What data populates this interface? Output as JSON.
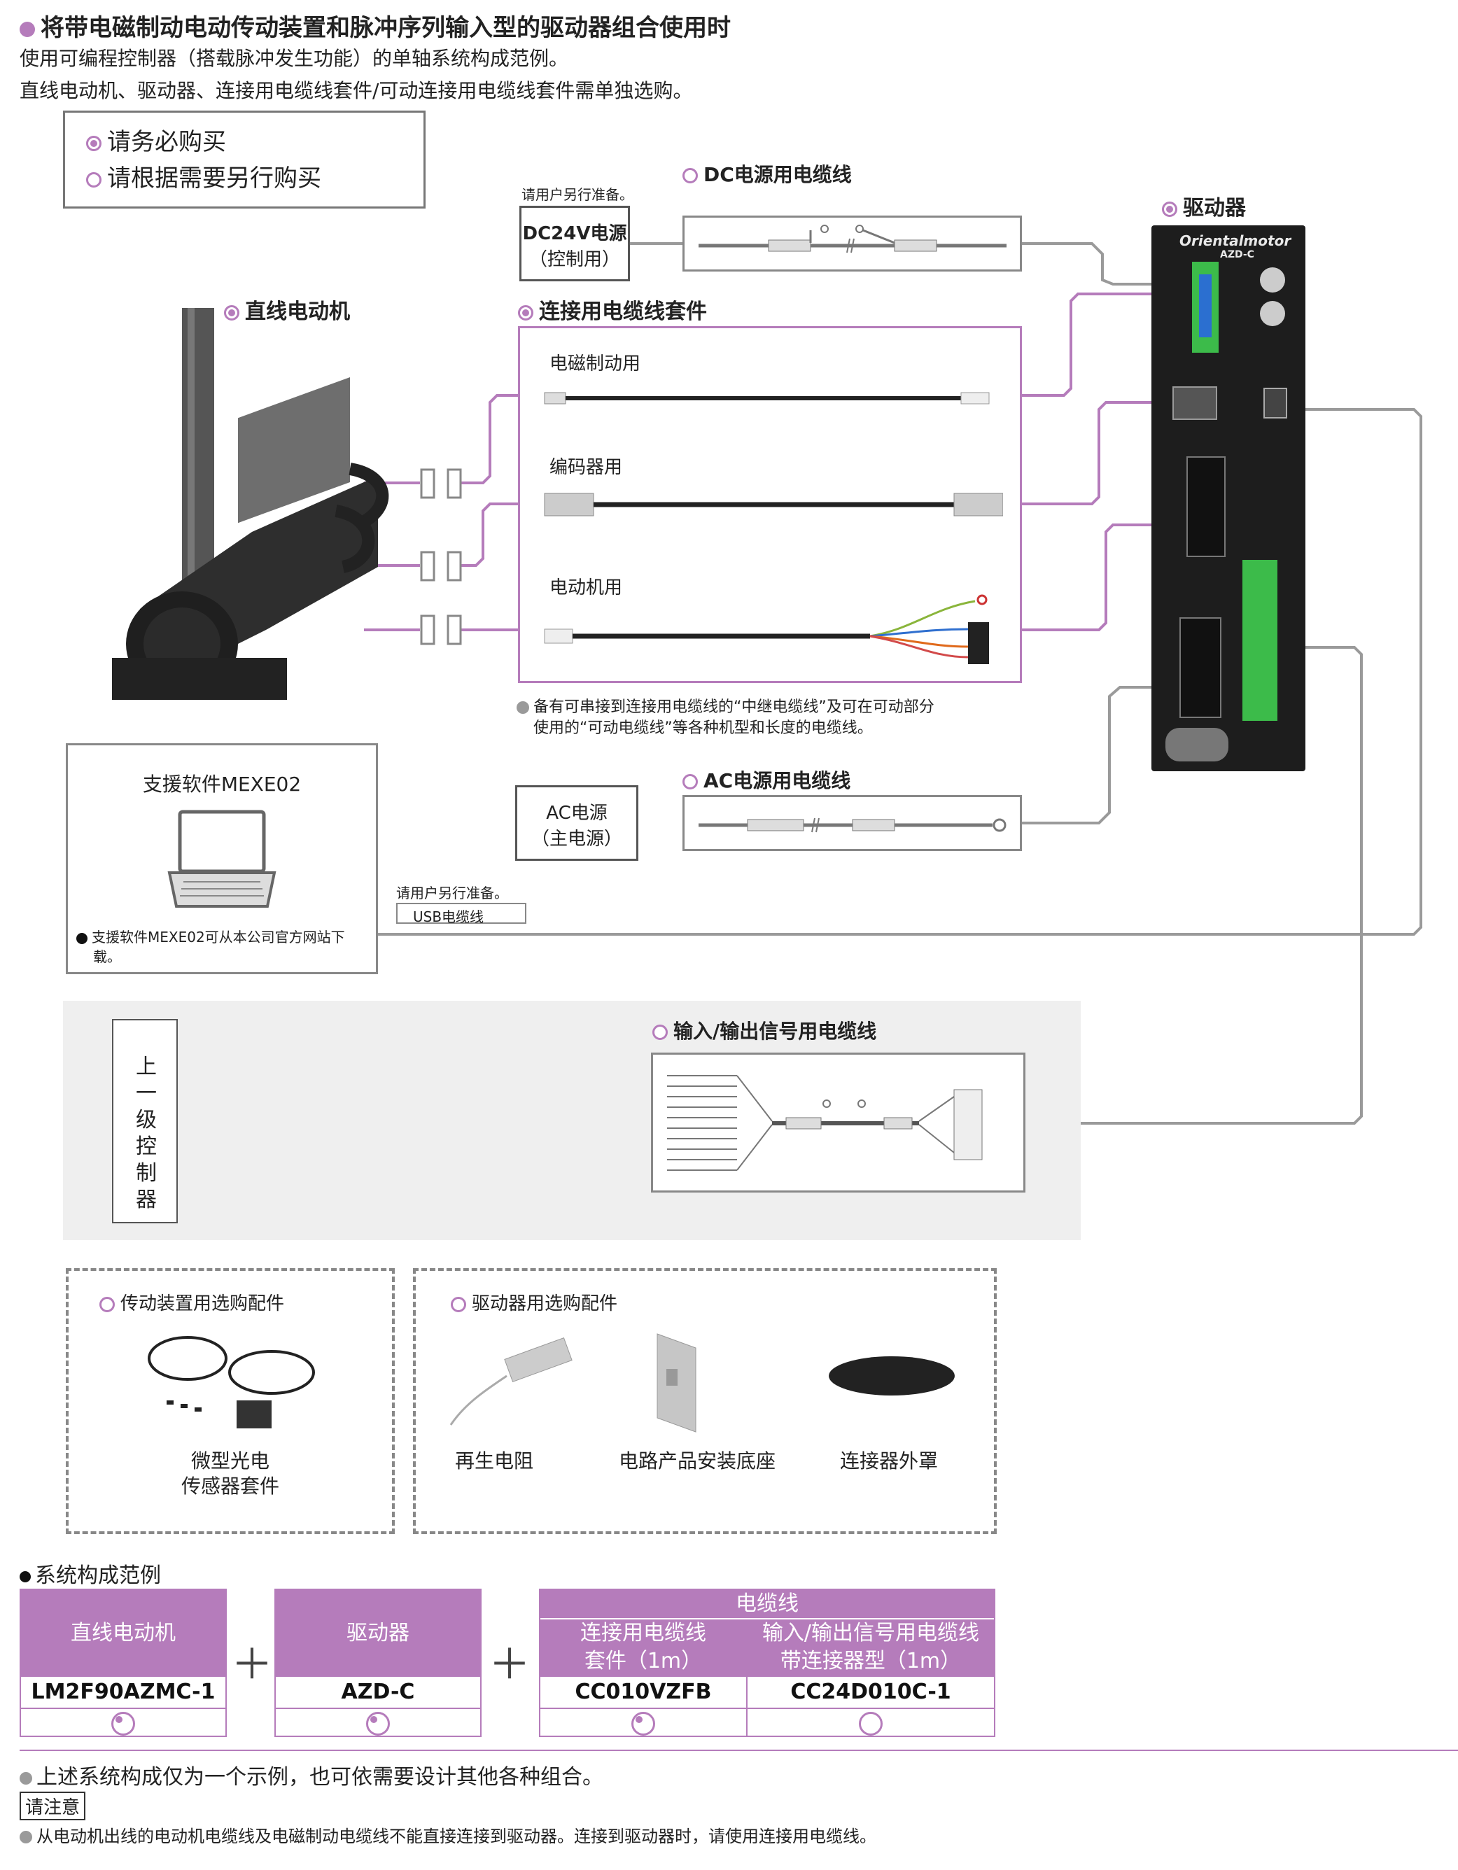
{
  "header": {
    "title": "将带电磁制动电动传动装置和脉冲序列输入型的驱动器组合使用时",
    "line1": "使用可编程控制器（搭载脉冲发生功能）的单轴系统构成范例。",
    "line2": "直线电动机、驱动器、连接用电缆线套件/可动连接用电缆线套件需单独选购。"
  },
  "legend": {
    "required": "请务必购买",
    "optional": "请根据需要另行购买"
  },
  "dc": {
    "note": "请用户另行准备。",
    "source_line1": "DC24V电源",
    "source_line2": "（控制用）",
    "cable": "DC电源用电缆线"
  },
  "driver": {
    "label": "驱动器",
    "brand": "Orientalmotor",
    "model": "AZD-C"
  },
  "motor": {
    "label": "直线电动机"
  },
  "cable_kit": {
    "title": "连接用电缆线套件",
    "items": [
      "电磁制动用",
      "编码器用",
      "电动机用"
    ],
    "note_line1": "备有可串接到连接用电缆线的“中继电缆线”及可在可动部分",
    "note_line2": "使用的“可动电缆线”等各种机型和长度的电缆线。"
  },
  "software": {
    "title": "支援软件MEXE02",
    "note_line1": "支援软件MEXE02可从本公司官方网站下",
    "note_line2": "载。"
  },
  "ac": {
    "source_line1": "AC电源",
    "source_line2": "（主电源）",
    "cable": "AC电源用电缆线"
  },
  "usb": {
    "note": "请用户另行准备。",
    "cable": "USB电缆线"
  },
  "controller": {
    "label": "上一级控制器"
  },
  "io_cable": {
    "label": "输入/输出信号用电缆线"
  },
  "actuator_options": {
    "title": "传动装置用选购配件",
    "item_line1": "微型光电",
    "item_line2": "传感器套件"
  },
  "driver_options": {
    "title": "驱动器用选购配件",
    "items": [
      "再生电阻",
      "电路产品安装底座",
      "连接器外罩"
    ]
  },
  "system": {
    "title": "系统构成范例",
    "motor_head": "直线电动机",
    "motor_model": "LM2F90AZMC-1",
    "driver_head": "驱动器",
    "driver_model": "AZD-C",
    "cable_head": "电缆线",
    "kit_head_line1": "连接用电缆线",
    "kit_head_line2": "套件（1m）",
    "kit_model": "CC010VZFB",
    "io_head_line1": "输入/输出信号用电缆线",
    "io_head_line2": "带连接器型（1m）",
    "io_model": "CC24D010C-1",
    "plus": "＋"
  },
  "footer": {
    "note1": "上述系统构成仅为一个示例，也可依需要设计其他各种组合。",
    "caution": "请注意",
    "note2": "从电动机出线的电动机电缆线及电磁制动电缆线不能直接连接到驱动器。连接到驱动器时，请使用连接用电缆线。"
  },
  "colors": {
    "accent": "#b57cbb",
    "border": "#888888",
    "panel": "#efefef"
  }
}
